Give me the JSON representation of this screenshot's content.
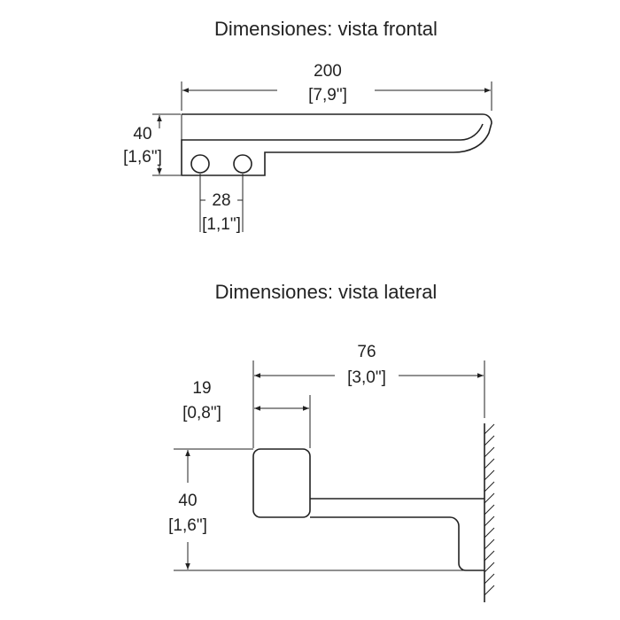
{
  "front_view": {
    "title": "Dimensiones: vista frontal",
    "width_mm": "200",
    "width_in": "[7,9\"]",
    "height_mm": "40",
    "height_in": "[1,6\"]",
    "hole_spacing_mm": "28",
    "hole_spacing_in": "[1,1\"]"
  },
  "side_view": {
    "title": "Dimensiones: vista lateral",
    "depth_mm": "76",
    "depth_in": "[3,0\"]",
    "plate_mm": "19",
    "plate_in": "[0,8\"]",
    "height_mm": "40",
    "height_in": "[1,6\"]"
  }
}
